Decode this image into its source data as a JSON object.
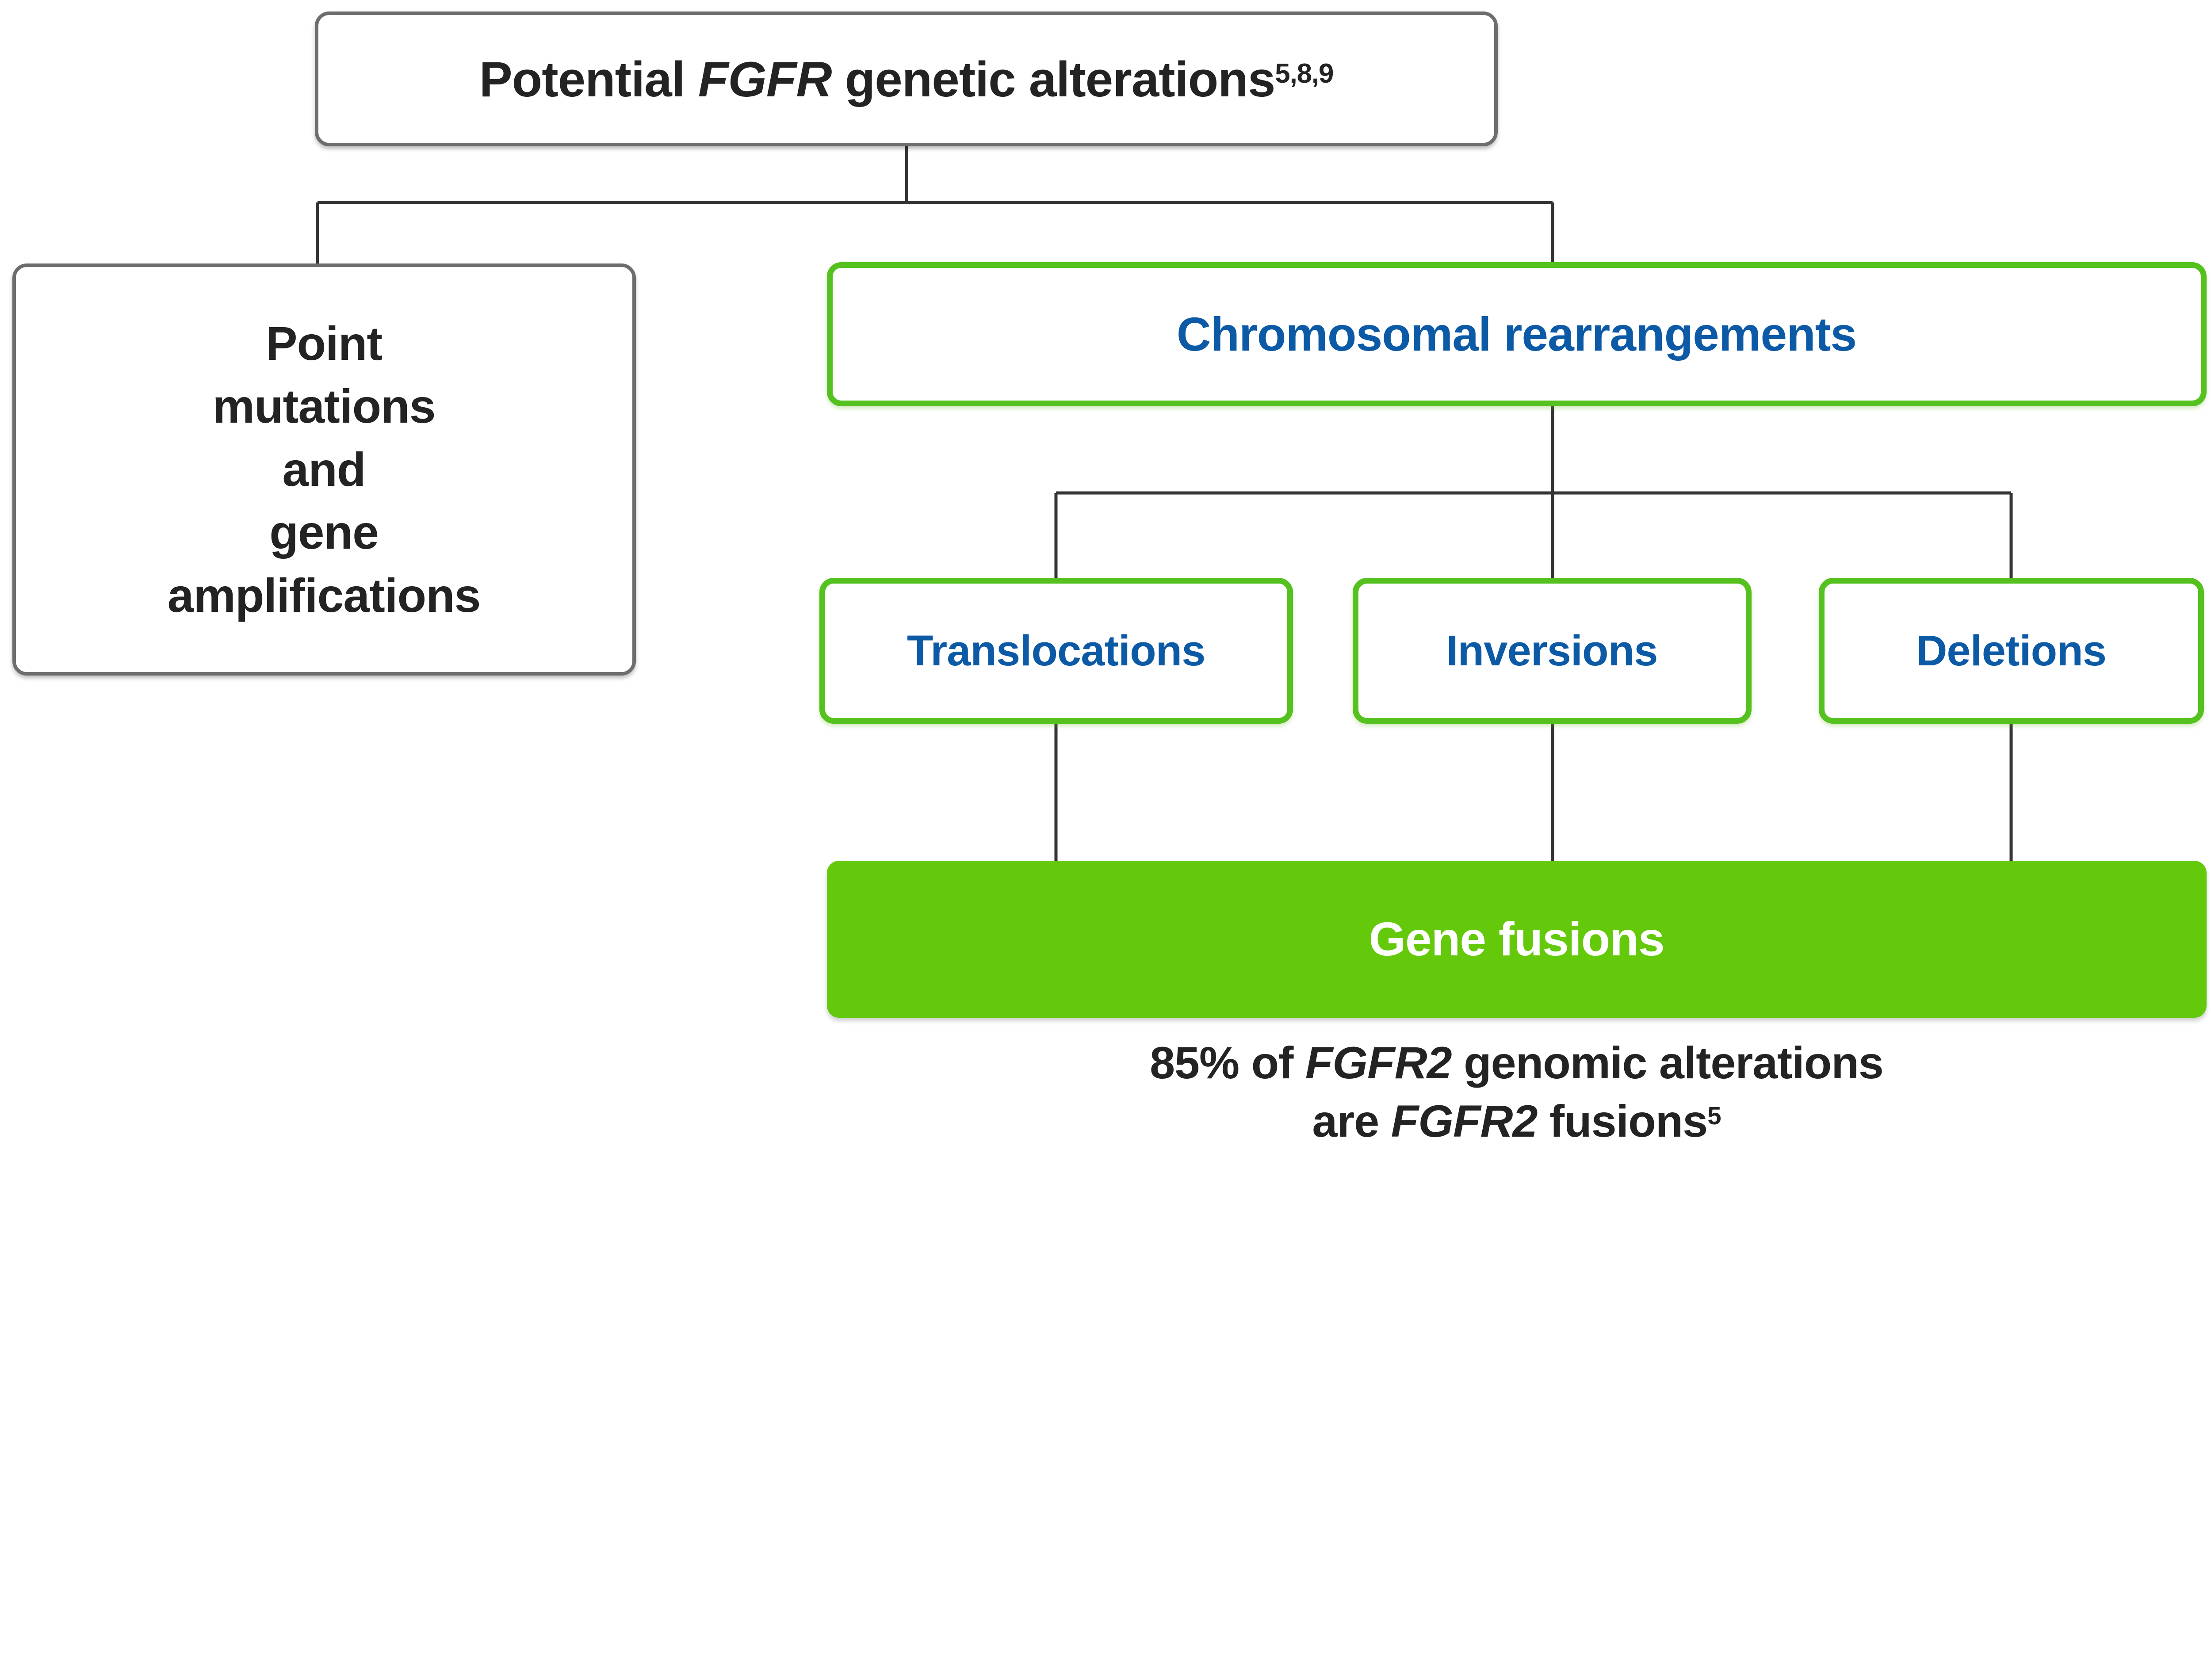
{
  "colors": {
    "green_border": "#54C11F",
    "green_fill": "#64C90A",
    "blue_text": "#0C5AA6",
    "gray_border": "#6D6D6D",
    "dark_text": "#232323",
    "line_color": "#333333",
    "white_text": "#FFFFFF"
  },
  "diagram": {
    "title": {
      "text_before": "Potential ",
      "gene": "FGFR",
      "text_after": " genetic alterations",
      "superscript": "5,8,9"
    },
    "point_mutations_box": {
      "lines": [
        "Point",
        "mutations",
        "and",
        "gene",
        "amplifications"
      ]
    },
    "chromosomal_box": {
      "label": "Chromosomal rearrangements"
    },
    "rearrangement_types": [
      {
        "label": "Translocations"
      },
      {
        "label": "Inversions"
      },
      {
        "label": "Deletions"
      }
    ],
    "gene_fusions_bar": {
      "label": "Gene fusions"
    },
    "caption": {
      "line1": {
        "text_before": "85% of ",
        "gene": "FGFR2",
        "text_after": " genomic alterations"
      },
      "line2": {
        "text_before": "are ",
        "gene": "FGFR2",
        "text_after": " fusions",
        "superscript": "5"
      }
    }
  }
}
